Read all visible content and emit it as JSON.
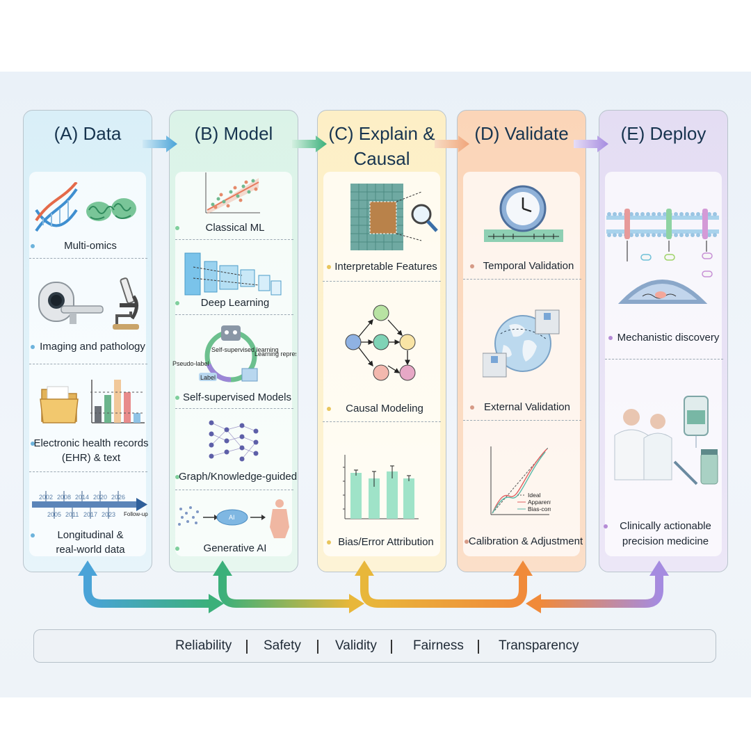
{
  "columns": [
    {
      "title": "(A) Data",
      "items": [
        "Multi-omics",
        "Imaging and pathology",
        "Electronic health records",
        "(EHR) & text",
        "Longitudinal &",
        "real-world data"
      ]
    },
    {
      "title": "(B) Model",
      "items": [
        "Classical ML",
        "Deep Learning",
        "Self-supervised Models",
        "Graph/Knowledge-guided",
        "Generative AI"
      ]
    },
    {
      "title_line1": "(C) Explain &",
      "title_line2": "Causal",
      "items": [
        "Interpretable Features",
        "Causal Modeling",
        "Bias/Error Attribution"
      ]
    },
    {
      "title": "(D) Validate",
      "items": [
        "Temporal Validation",
        "External Validation",
        "Calibration & Adjustment"
      ]
    },
    {
      "title": "(E) Deploy",
      "items": [
        "Mechanistic discovery",
        "Clinically actionable",
        "precision medicine"
      ]
    }
  ],
  "timeline": {
    "top_years": [
      "2002",
      "2008",
      "2014",
      "2020",
      "2026"
    ],
    "bottom_years": [
      "2005",
      "2011",
      "2017",
      "2023"
    ],
    "end_label": "Follow-up"
  },
  "ssl_cycle": {
    "center": "Self-supervised learning",
    "right": "Learning representation",
    "left": "Pseudo-label",
    "badge": "Label"
  },
  "gen_ai_badge": "AI",
  "calibration_legend": [
    "Ideal",
    "Apparent",
    "Bias-corrected"
  ],
  "principles": [
    "Reliability",
    "Safety",
    "Validity",
    "Fairness",
    "Transparency"
  ],
  "colors": {
    "data": "#dcf0f8",
    "model": "#dff5ea",
    "explain": "#fdf0c8",
    "validate": "#fbd9c0",
    "deploy": "#e6e0f4",
    "arrow_blue": "#4aa3d8",
    "arrow_green": "#3bb07a",
    "arrow_yellow": "#e8b73a",
    "arrow_orange": "#f08a3a",
    "arrow_purple": "#a58be0"
  }
}
